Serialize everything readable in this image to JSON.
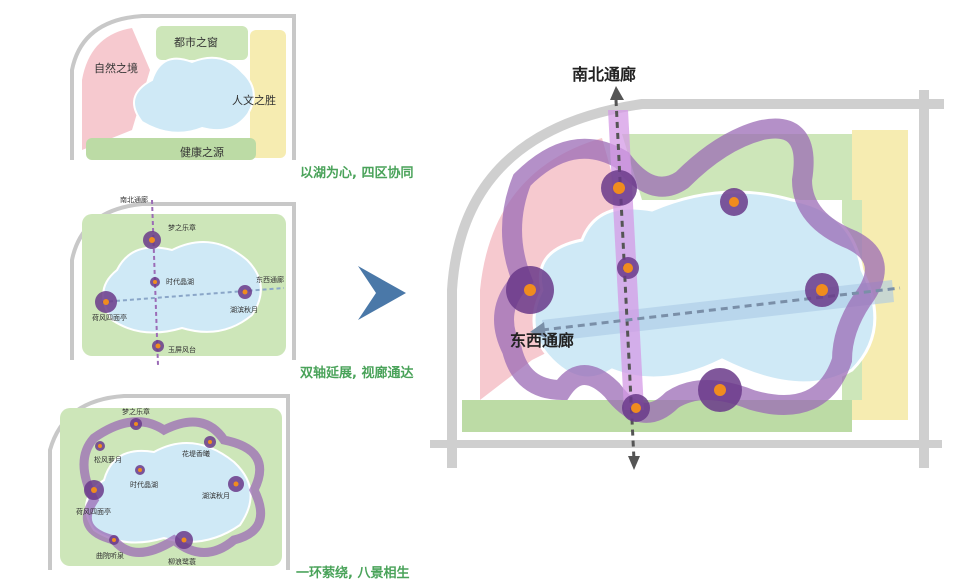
{
  "panel1": {
    "caption": "以湖为心, 四区协同",
    "zones": {
      "top": "都市之窗",
      "left": "自然之境",
      "right": "人文之胜",
      "bottom": "健康之源"
    }
  },
  "panel2": {
    "caption": "双轴延展, 视廊通达",
    "axes": {
      "ns": "南北通廊",
      "ew": "东西通廊"
    },
    "nodes": [
      "梦之乐章",
      "时代晶湖",
      "荷风四面亭",
      "湖滨秋月",
      "玉屏风台"
    ]
  },
  "panel3": {
    "caption": "一环萦绕, 八景相生",
    "nodes": [
      "梦之乐章",
      "松风萝月",
      "花堤香曦",
      "时代晶湖",
      "湖滨秋月",
      "荷风四面亭",
      "曲院听泉",
      "柳浪鹭蓑"
    ]
  },
  "main": {
    "labels": {
      "ns": "南北通廊",
      "ew": "东西通廊"
    }
  },
  "colors": {
    "caption": "#4aa35a",
    "lake": "#cfe9f6",
    "green": "#cde6b9",
    "pink": "#f6c9cf",
    "yellow": "#f6ecb1",
    "purple": "#9b6bb6",
    "node": "#6a3a8a",
    "node_center": "#f08c1e",
    "arrow": "#4a78a8"
  }
}
